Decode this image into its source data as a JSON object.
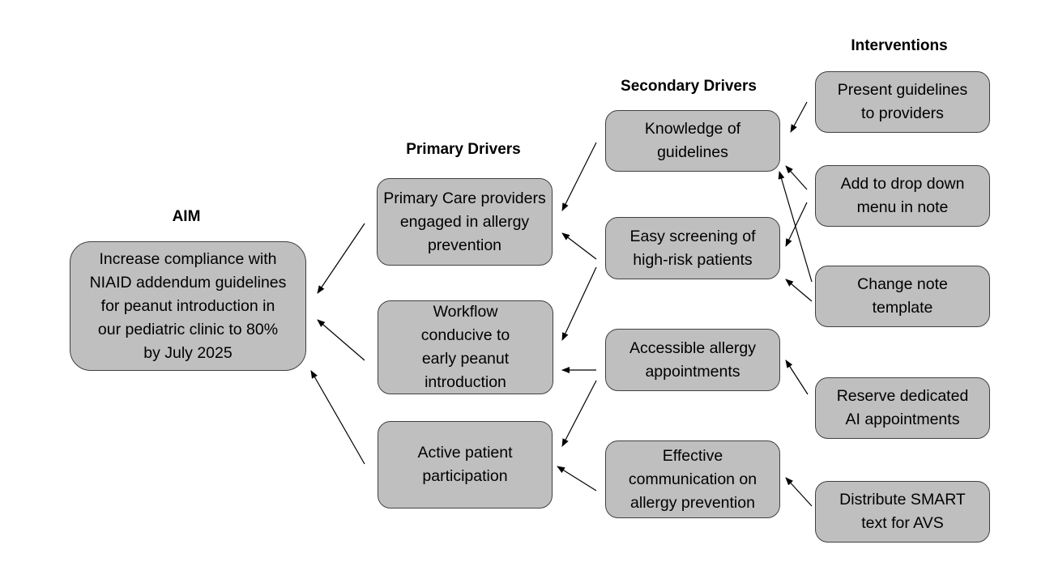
{
  "headings": {
    "aim": "AIM",
    "primary": "Primary Drivers",
    "secondary": "Secondary Drivers",
    "interventions": "Interventions"
  },
  "aim": {
    "text": "Increase compliance with\nNIAID addendum guidelines\nfor peanut introduction in\nour pediatric clinic to 80%\nby July 2025"
  },
  "primary_drivers": [
    {
      "text": "Primary Care providers\nengaged in allergy\nprevention"
    },
    {
      "text": "Workflow\nconducive to\nearly peanut\nintroduction"
    },
    {
      "text": "Active patient\nparticipation"
    }
  ],
  "secondary_drivers": [
    {
      "text": "Knowledge of\nguidelines"
    },
    {
      "text": "Easy screening of\nhigh-risk patients"
    },
    {
      "text": "Accessible allergy\nappointments"
    },
    {
      "text": "Effective\ncommunication on\nallergy prevention"
    }
  ],
  "interventions": [
    {
      "text": "Present guidelines\nto providers"
    },
    {
      "text": "Add to drop down\nmenu in note"
    },
    {
      "text": "Change note\ntemplate"
    },
    {
      "text": "Reserve dedicated\nAI appointments"
    },
    {
      "text": "Distribute SMART\ntext for AVS"
    }
  ],
  "colors": {
    "box_fill": "#bfbfbf",
    "box_border": "#404040",
    "arrow": "#000000"
  }
}
